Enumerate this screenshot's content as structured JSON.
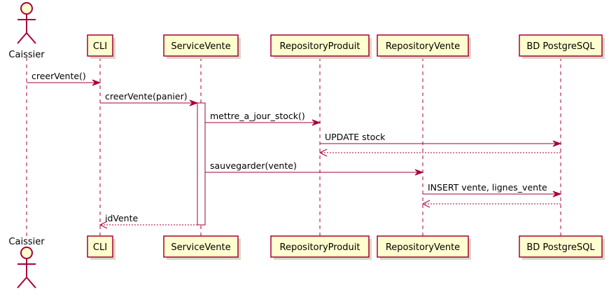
{
  "diagram": {
    "type": "sequence",
    "participants": [
      {
        "id": "caissier",
        "label": "Caissier",
        "kind": "actor"
      },
      {
        "id": "cli",
        "label": "CLI",
        "kind": "participant"
      },
      {
        "id": "service",
        "label": "ServiceVente",
        "kind": "participant"
      },
      {
        "id": "repoProduit",
        "label": "RepositoryProduit",
        "kind": "participant"
      },
      {
        "id": "repoVente",
        "label": "RepositoryVente",
        "kind": "participant"
      },
      {
        "id": "db",
        "label": "BD PostgreSQL",
        "kind": "participant"
      }
    ],
    "messages": [
      {
        "from": "caissier",
        "to": "cli",
        "label": "creerVente()",
        "style": "solid"
      },
      {
        "from": "cli",
        "to": "service",
        "label": "creerVente(panier)",
        "style": "solid"
      },
      {
        "from": "service",
        "to": "repoProduit",
        "label": "mettre_a_jour_stock()",
        "style": "solid"
      },
      {
        "from": "repoProduit",
        "to": "db",
        "label": "UPDATE stock",
        "style": "solid"
      },
      {
        "from": "db",
        "to": "repoProduit",
        "label": "",
        "style": "dashed"
      },
      {
        "from": "service",
        "to": "repoVente",
        "label": "sauvegarder(vente)",
        "style": "solid"
      },
      {
        "from": "repoVente",
        "to": "db",
        "label": "INSERT vente, lignes_vente",
        "style": "solid"
      },
      {
        "from": "db",
        "to": "repoVente",
        "label": "",
        "style": "dashed"
      },
      {
        "from": "service",
        "to": "cli",
        "label": "idVente",
        "style": "dashed"
      }
    ],
    "colors": {
      "line": "#A80036",
      "box_fill": "#FEFECE",
      "background": "#FFFFFF"
    }
  }
}
